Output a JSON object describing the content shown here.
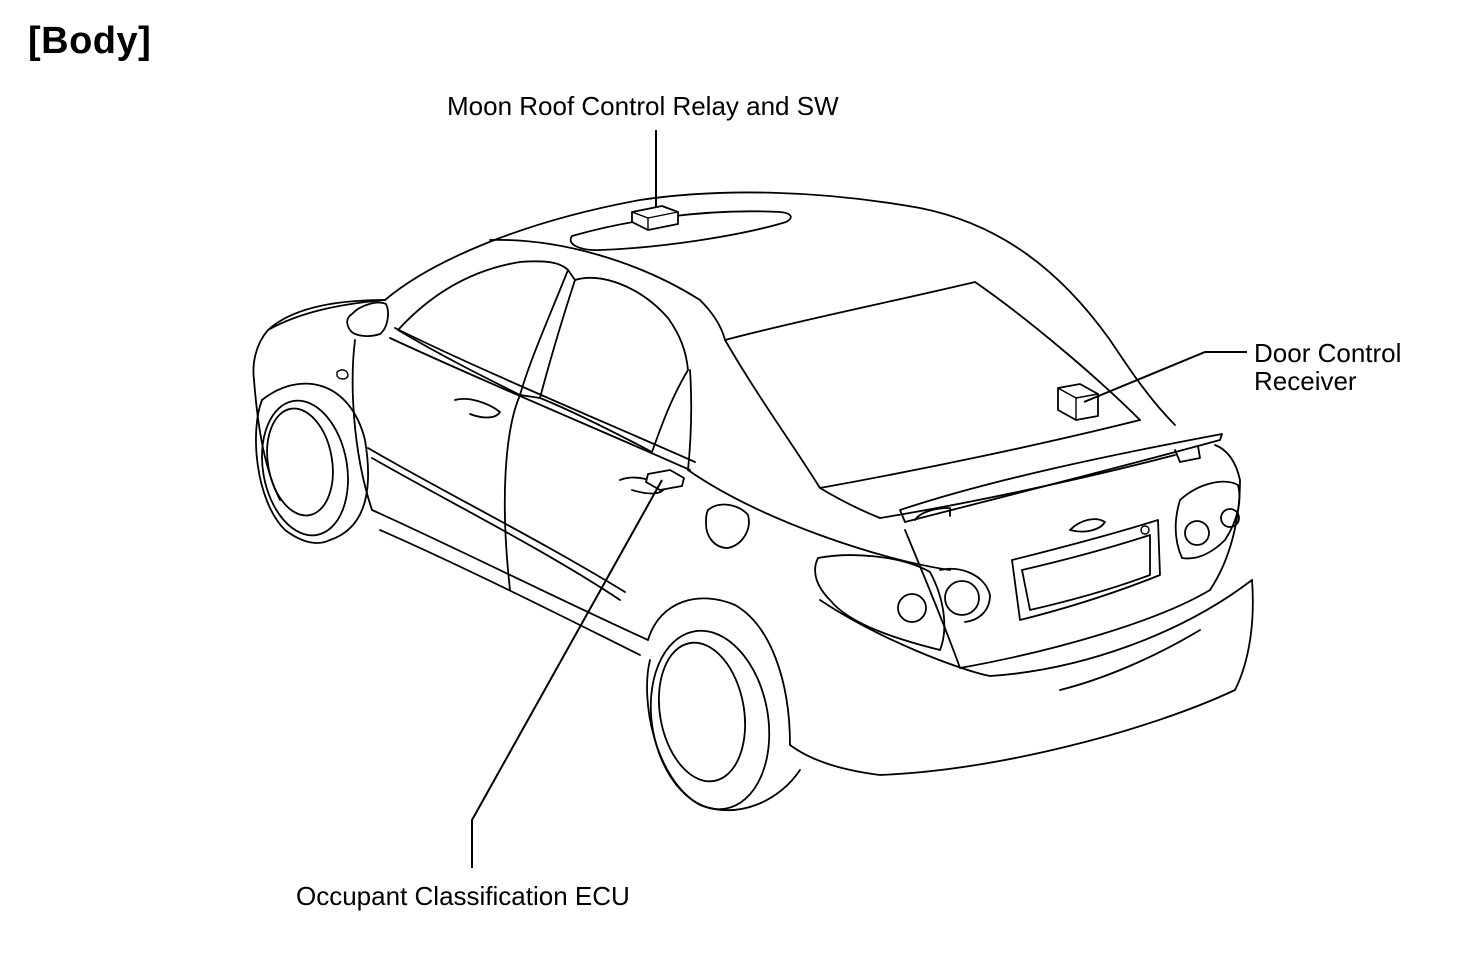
{
  "page": {
    "title": "[Body]"
  },
  "callouts": {
    "moon_roof": "Moon Roof Control Relay and SW",
    "door_control_line1": "Door Control",
    "door_control_line2": "Receiver",
    "occupant": "Occupant Classification ECU"
  }
}
